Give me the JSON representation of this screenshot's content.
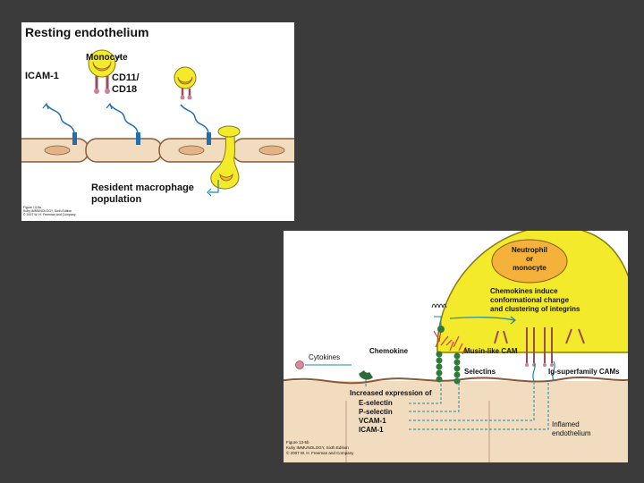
{
  "panel_a": {
    "title": "Resting endothelium",
    "label_monocyte": "Monocyte",
    "label_icam": "ICAM-1",
    "label_cd11": "CD11/",
    "label_cd18": "CD18",
    "label_resident_1": "Resident macrophage",
    "label_resident_2": "population",
    "caption_1": "Figure 13-5a",
    "caption_2": "Kuby IMMUNOLOGY, Sixth Edition",
    "caption_3": "© 2007 W. H. Freeman and Company"
  },
  "panel_b": {
    "cell_1": "Neutrophil",
    "cell_2": "or",
    "cell_3": "monocyte",
    "note_1": "Chemokines induce",
    "note_2": "conformational change",
    "note_3": "and clustering of integrins",
    "label_cytokines": "Cytokines",
    "label_chemokine": "Chemokine",
    "label_mucin": "Musin-like CAM",
    "label_selectins": "Selectins",
    "label_igsf": "Ig-superfamily CAMs",
    "expr_title": "Increased expression of",
    "expr_items": [
      "E-selectin",
      "P-selectin",
      "VCAM-1",
      "ICAM-1"
    ],
    "label_inflamed_1": "Inflamed",
    "label_inflamed_2": "endothelium",
    "caption_1": "Figure 13-5b",
    "caption_2": "Kuby IMMUNOLOGY, Sixth Edition",
    "caption_3": "© 2007 W. H. Freeman and Company"
  },
  "colors": {
    "background": "#3b3b3b",
    "cell_body": "#f2dcc0",
    "cell_outline": "#8a5a3a",
    "leukocyte": "#f2ea2a",
    "leukocyte_inner": "#f5b23a",
    "icam": "#1f6fb2",
    "arrow": "#1a8aa6",
    "mucin": "#2f7a3a",
    "selectin": "#d23a3a"
  }
}
